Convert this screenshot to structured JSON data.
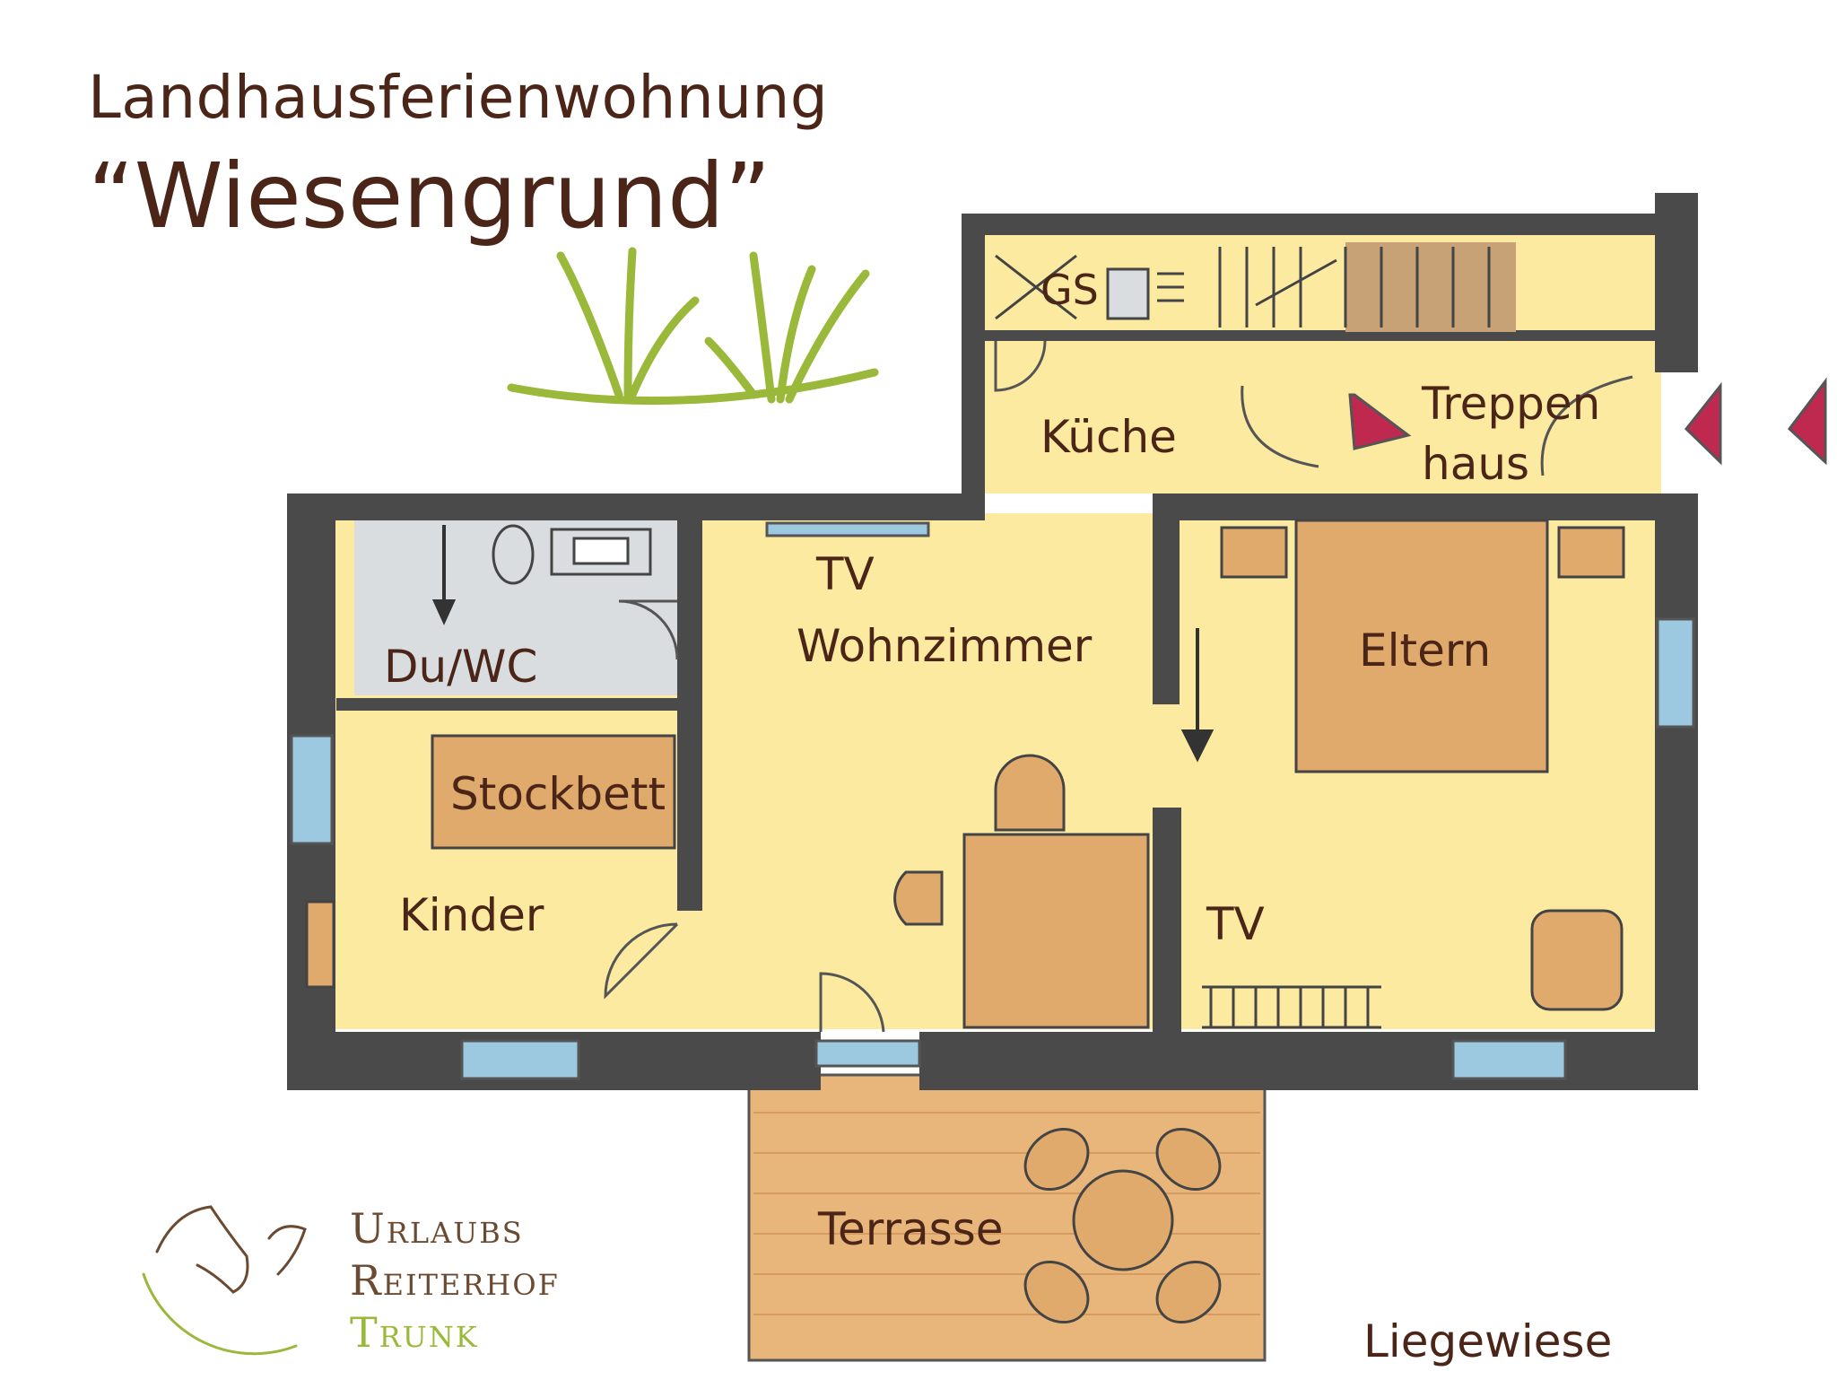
{
  "title": {
    "line1": "Landhausferienwohnung",
    "line2": "“Wiesengrund”"
  },
  "rooms": {
    "gs": "GS",
    "kueche": "Küche",
    "treppenhaus_line1": "Treppen",
    "treppenhaus_line2": "haus",
    "tv_wohnzimmer": "TV",
    "wohnzimmer": "Wohnzimmer",
    "du_wc": "Du/WC",
    "eltern": "Eltern",
    "stockbett": "Stockbett",
    "kinder": "Kinder",
    "tv_eltern": "TV",
    "terrasse": "Terrasse",
    "liegewiese": "Liegewiese"
  },
  "logo": {
    "line1": "Urlaubs",
    "line2": "Reiterhof",
    "line3": "Trunk"
  },
  "colors": {
    "wall": "#4a4a4a",
    "floor": "#fbeaa0",
    "furniture": "#e0aa6c",
    "bathroom": "#d9dde0",
    "window": "#9cc8e0",
    "arrow": "#c0294f",
    "grass": "#9ab83a",
    "text": "#4a2518",
    "logo_text_brown": "#6b4a32",
    "logo_text_green": "#9ab83a"
  }
}
